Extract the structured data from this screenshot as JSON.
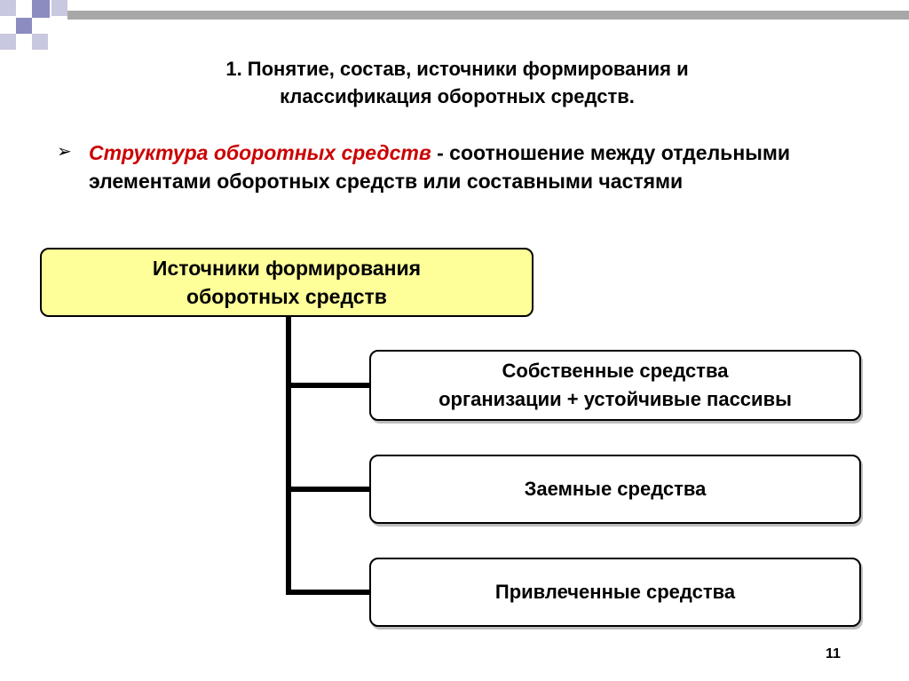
{
  "slide": {
    "title_line1": "1. Понятие, состав, источники формирования и",
    "title_line2": "классификация оборотных средств.",
    "bullet": {
      "marker": "➢",
      "term": "Структура оборотных средств",
      "definition": " - соотношение между отдельными элементами оборотных средств или составными частями"
    },
    "diagram": {
      "root_line1": "Источники формирования",
      "root_line2": "оборотных средств",
      "children": [
        {
          "line1": "Собственные средства",
          "line2": "организации + устойчивые пассивы"
        },
        {
          "line1": "Заемные средства",
          "line2": ""
        },
        {
          "line1": "Привлеченные средства",
          "line2": ""
        }
      ]
    },
    "page_number": "11",
    "colors": {
      "root_fill": "#ffff99",
      "term_text": "#cc0000",
      "deco_dark": "#8c8cc0",
      "deco_light": "#c8c8e0",
      "top_bar": "#a8a8a8"
    }
  }
}
